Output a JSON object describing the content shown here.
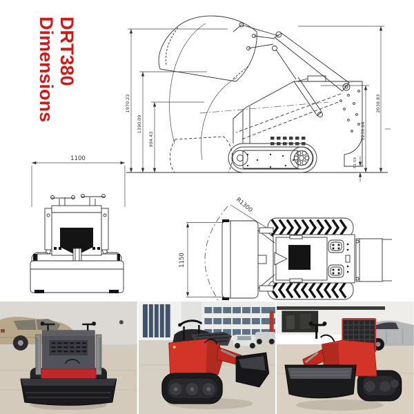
{
  "title": {
    "line1": "DRT380",
    "line2": "Dimensions"
  },
  "colors": {
    "title_red": "#cf1a1a",
    "machine_red": "#d23428",
    "bucket_black": "#1b1b1e",
    "drawing_line": "#2f2f2f"
  },
  "side_view": {
    "dims": {
      "h1": "1970.23",
      "h2": "1390.09",
      "h3": "994.43",
      "overall": "2038.83",
      "body": "1239.64",
      "clearance": "81.59"
    }
  },
  "front_view": {
    "dims": {
      "width": "1100"
    }
  },
  "top_view": {
    "dims": {
      "width": "1150",
      "radius": "R1300"
    }
  }
}
